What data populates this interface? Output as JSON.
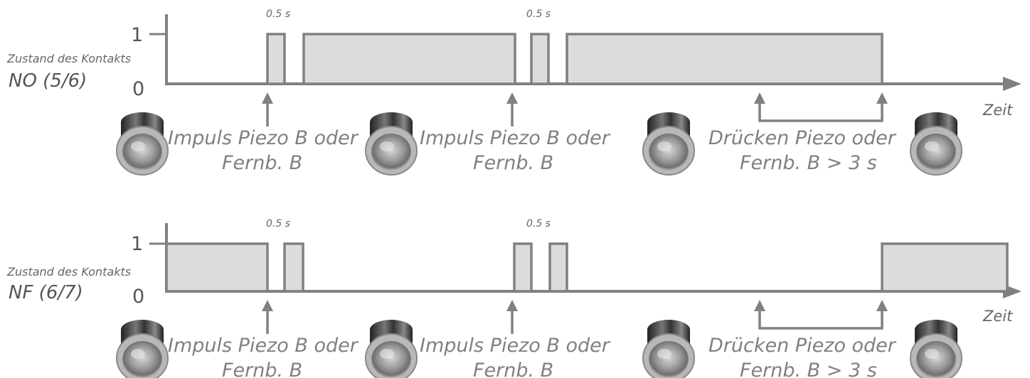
{
  "diagrams": [
    {
      "level_high": "1",
      "level_low": "0",
      "state_label": "Zustand des Kontakts",
      "contact_label": "NO (5/6)",
      "time_label": "Zeit",
      "duration_labels": [
        "0.5 s",
        "0.5 s"
      ],
      "caption_1_line1": "Impuls Piezo B oder",
      "caption_1_line2": "Fernb. B",
      "caption_2_line1": "Impuls Piezo B oder",
      "caption_2_line2": "Fernb. B",
      "caption_3_line1": "Drücken Piezo oder",
      "caption_3_line2": "Fernb. B > 3 s"
    },
    {
      "level_high": "1",
      "level_low": "0",
      "state_label": "Zustand des Kontakts",
      "contact_label": "NF (6/7)",
      "time_label": "Zeit",
      "duration_labels": [
        "0.5 s",
        "0.5 s"
      ],
      "caption_1_line1": "Impuls Piezo B oder",
      "caption_1_line2": "Fernb. B",
      "caption_2_line1": "Impuls Piezo B oder",
      "caption_2_line2": "Fernb. B",
      "caption_3_line1": "Drücken Piezo oder",
      "caption_3_line2": "Fernb. B > 3 s"
    }
  ],
  "icons": [
    "pushbutton-icon"
  ],
  "colors": {
    "line": "#808080",
    "fill": "#dcdcdc",
    "text": "#555555"
  }
}
